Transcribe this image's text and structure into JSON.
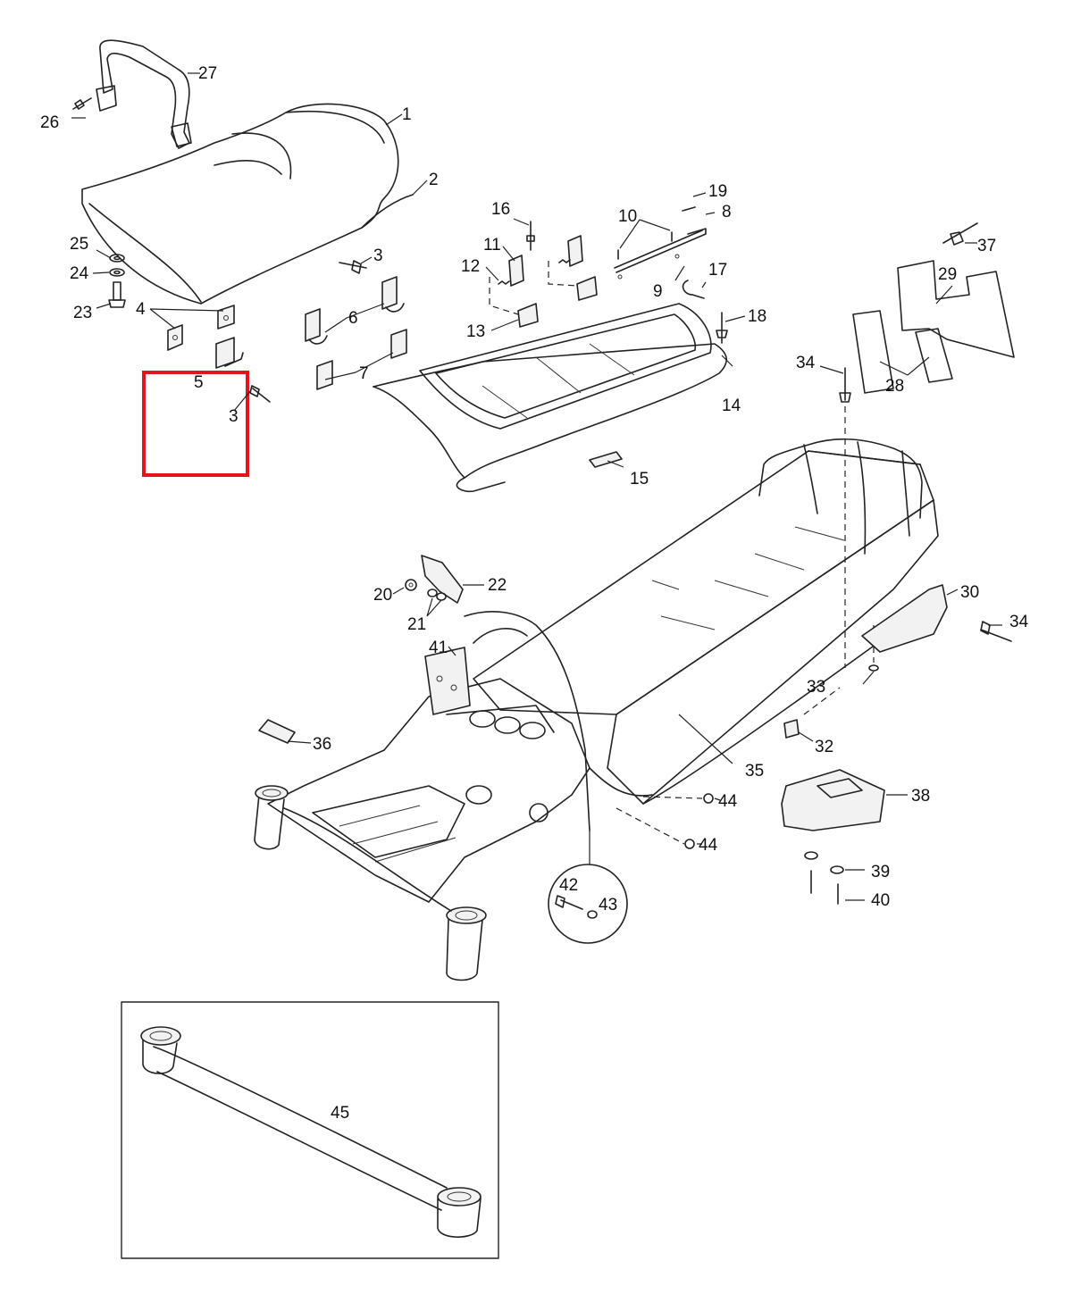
{
  "callouts": {
    "c1": "1",
    "c2": "2",
    "c3a": "3",
    "c3b": "3",
    "c4": "4",
    "c5": "5",
    "c6": "6",
    "c7": "7",
    "c8": "8",
    "c9": "9",
    "c10": "10",
    "c11": "11",
    "c12": "12",
    "c13": "13",
    "c14": "14",
    "c15": "15",
    "c16": "16",
    "c17": "17",
    "c18": "18",
    "c19": "19",
    "c20": "20",
    "c21": "21",
    "c22": "22",
    "c23": "23",
    "c24": "24",
    "c25": "25",
    "c26": "26",
    "c27": "27",
    "c28": "28",
    "c29": "29",
    "c30": "30",
    "c32": "32",
    "c33": "33",
    "c34a": "34",
    "c34b": "34",
    "c35": "35",
    "c36": "36",
    "c37": "37",
    "c38": "38",
    "c39": "39",
    "c40": "40",
    "c41": "41",
    "c42": "42",
    "c43": "43",
    "c44a": "44",
    "c44b": "44",
    "c45": "45"
  },
  "highlight": {
    "color": "#e0161b"
  }
}
